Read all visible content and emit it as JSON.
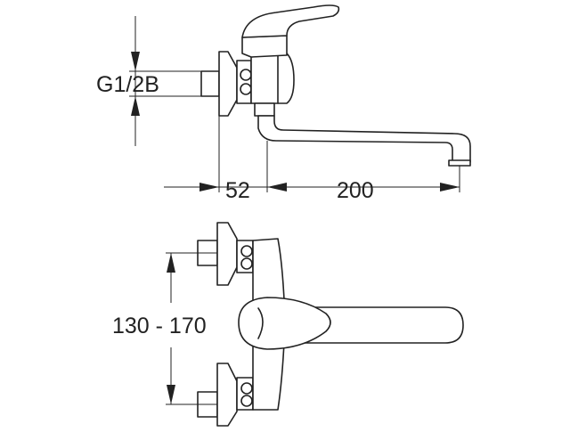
{
  "dimensions": {
    "thread": "G1/2B",
    "inlet_offset": "52",
    "spout_reach": "200",
    "inlet_spacing": "130 - 170"
  },
  "colors": {
    "line": "#222222",
    "background": "#ffffff"
  }
}
